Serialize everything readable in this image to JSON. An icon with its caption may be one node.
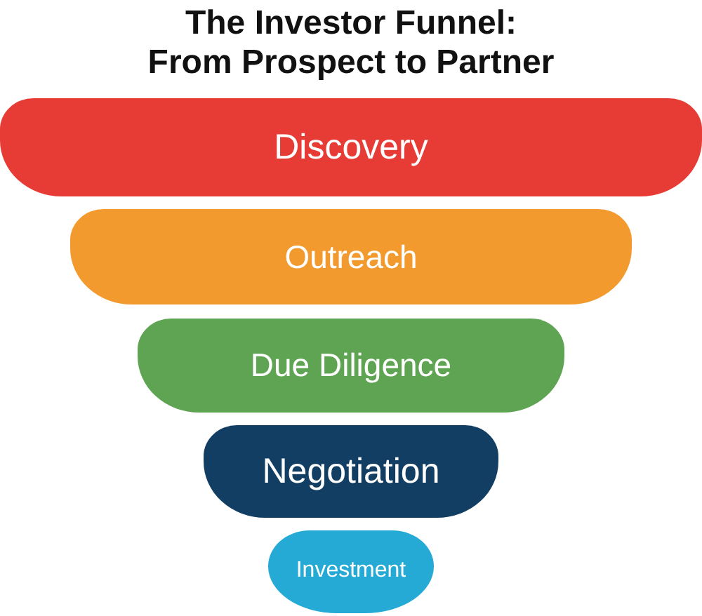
{
  "diagram": {
    "title": "The Investor Funnel: From Prospect to Partner",
    "nodes": [
      {
        "text": [
          "Discovery"
        ]
      },
      {
        "text": [
          "Outreach"
        ]
      },
      {
        "text": [
          "Due Diligence"
        ]
      },
      {
        "text": [
          "Negotiation"
        ]
      },
      {
        "text": [
          "Investment"
        ]
      }
    ]
  }
}
